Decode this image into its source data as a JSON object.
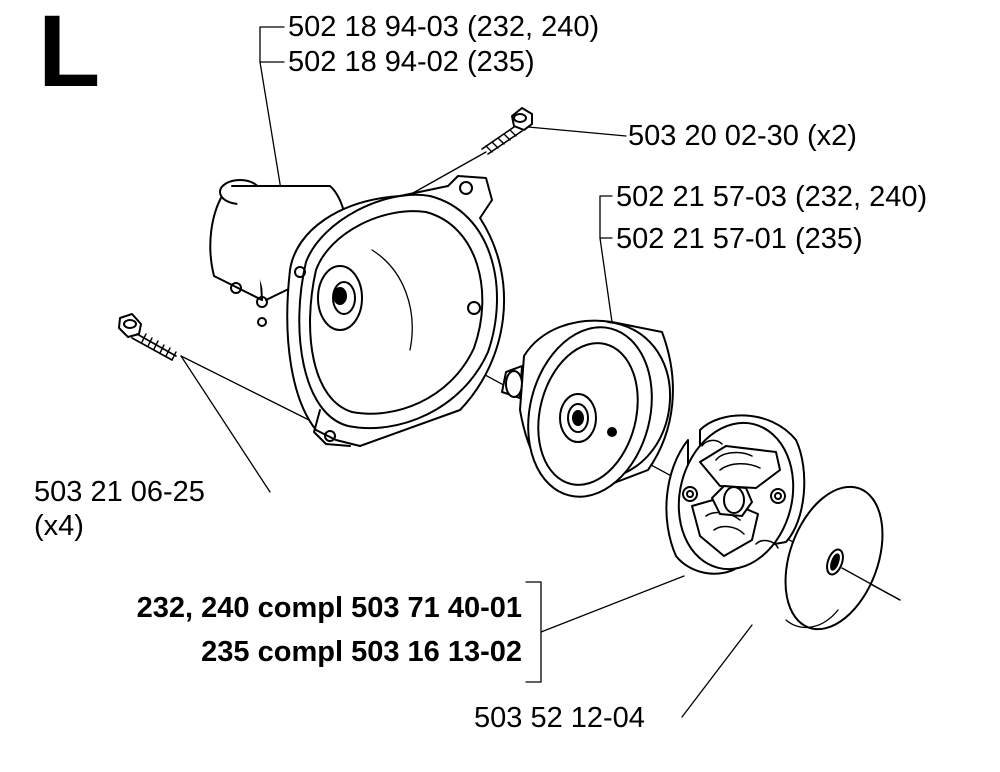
{
  "section_letter": "L",
  "labels": {
    "housing_232_240": "502 18 94-03 (232, 240)",
    "housing_235": "502 18 94-02 (235)",
    "screw_top": "503 20 02-30 (x2)",
    "drum_232_240": "502 21 57-03 (232, 240)",
    "drum_235": "502 21 57-01 (235)",
    "screw_left": "503 21 06-25",
    "screw_left_qty": "(x4)",
    "clutch_232_240": "232, 240 compl 503 71 40-01",
    "clutch_235": "235 compl 503 16 13-02",
    "washer": "503 52 12-04"
  }
}
